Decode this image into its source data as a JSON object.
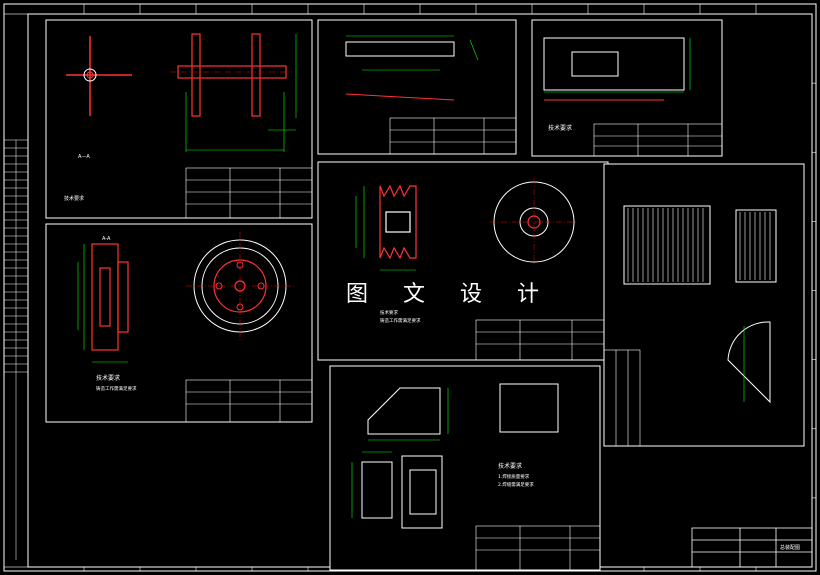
{
  "watermark": "图 文 设 计",
  "sheets": {
    "shaft_assembly": {
      "section_label": "A—A",
      "note": "技术要求"
    },
    "pulley_section": {
      "section_label": "A-A",
      "tech_title": "技术要求",
      "tech_line1": "铸造工作需满足要求"
    },
    "plate_top": {
      "tech_title": "技术要求"
    },
    "hopper": {
      "tech_title": "技术要求",
      "tech_line1": "1.焊接质量要求",
      "tech_line2": "2.焊缝需满足要求"
    },
    "vpulley": {
      "tech_line1": "技术要求",
      "tech_line2": "铸造工作需满足要求"
    },
    "main_title_block": {
      "name": "总装配图"
    }
  },
  "colors": {
    "border": "#ffffff",
    "outline": "#ff3333",
    "dimension": "#00ff00",
    "centerline": "#ff0000",
    "sheet_bg": "#000000"
  }
}
